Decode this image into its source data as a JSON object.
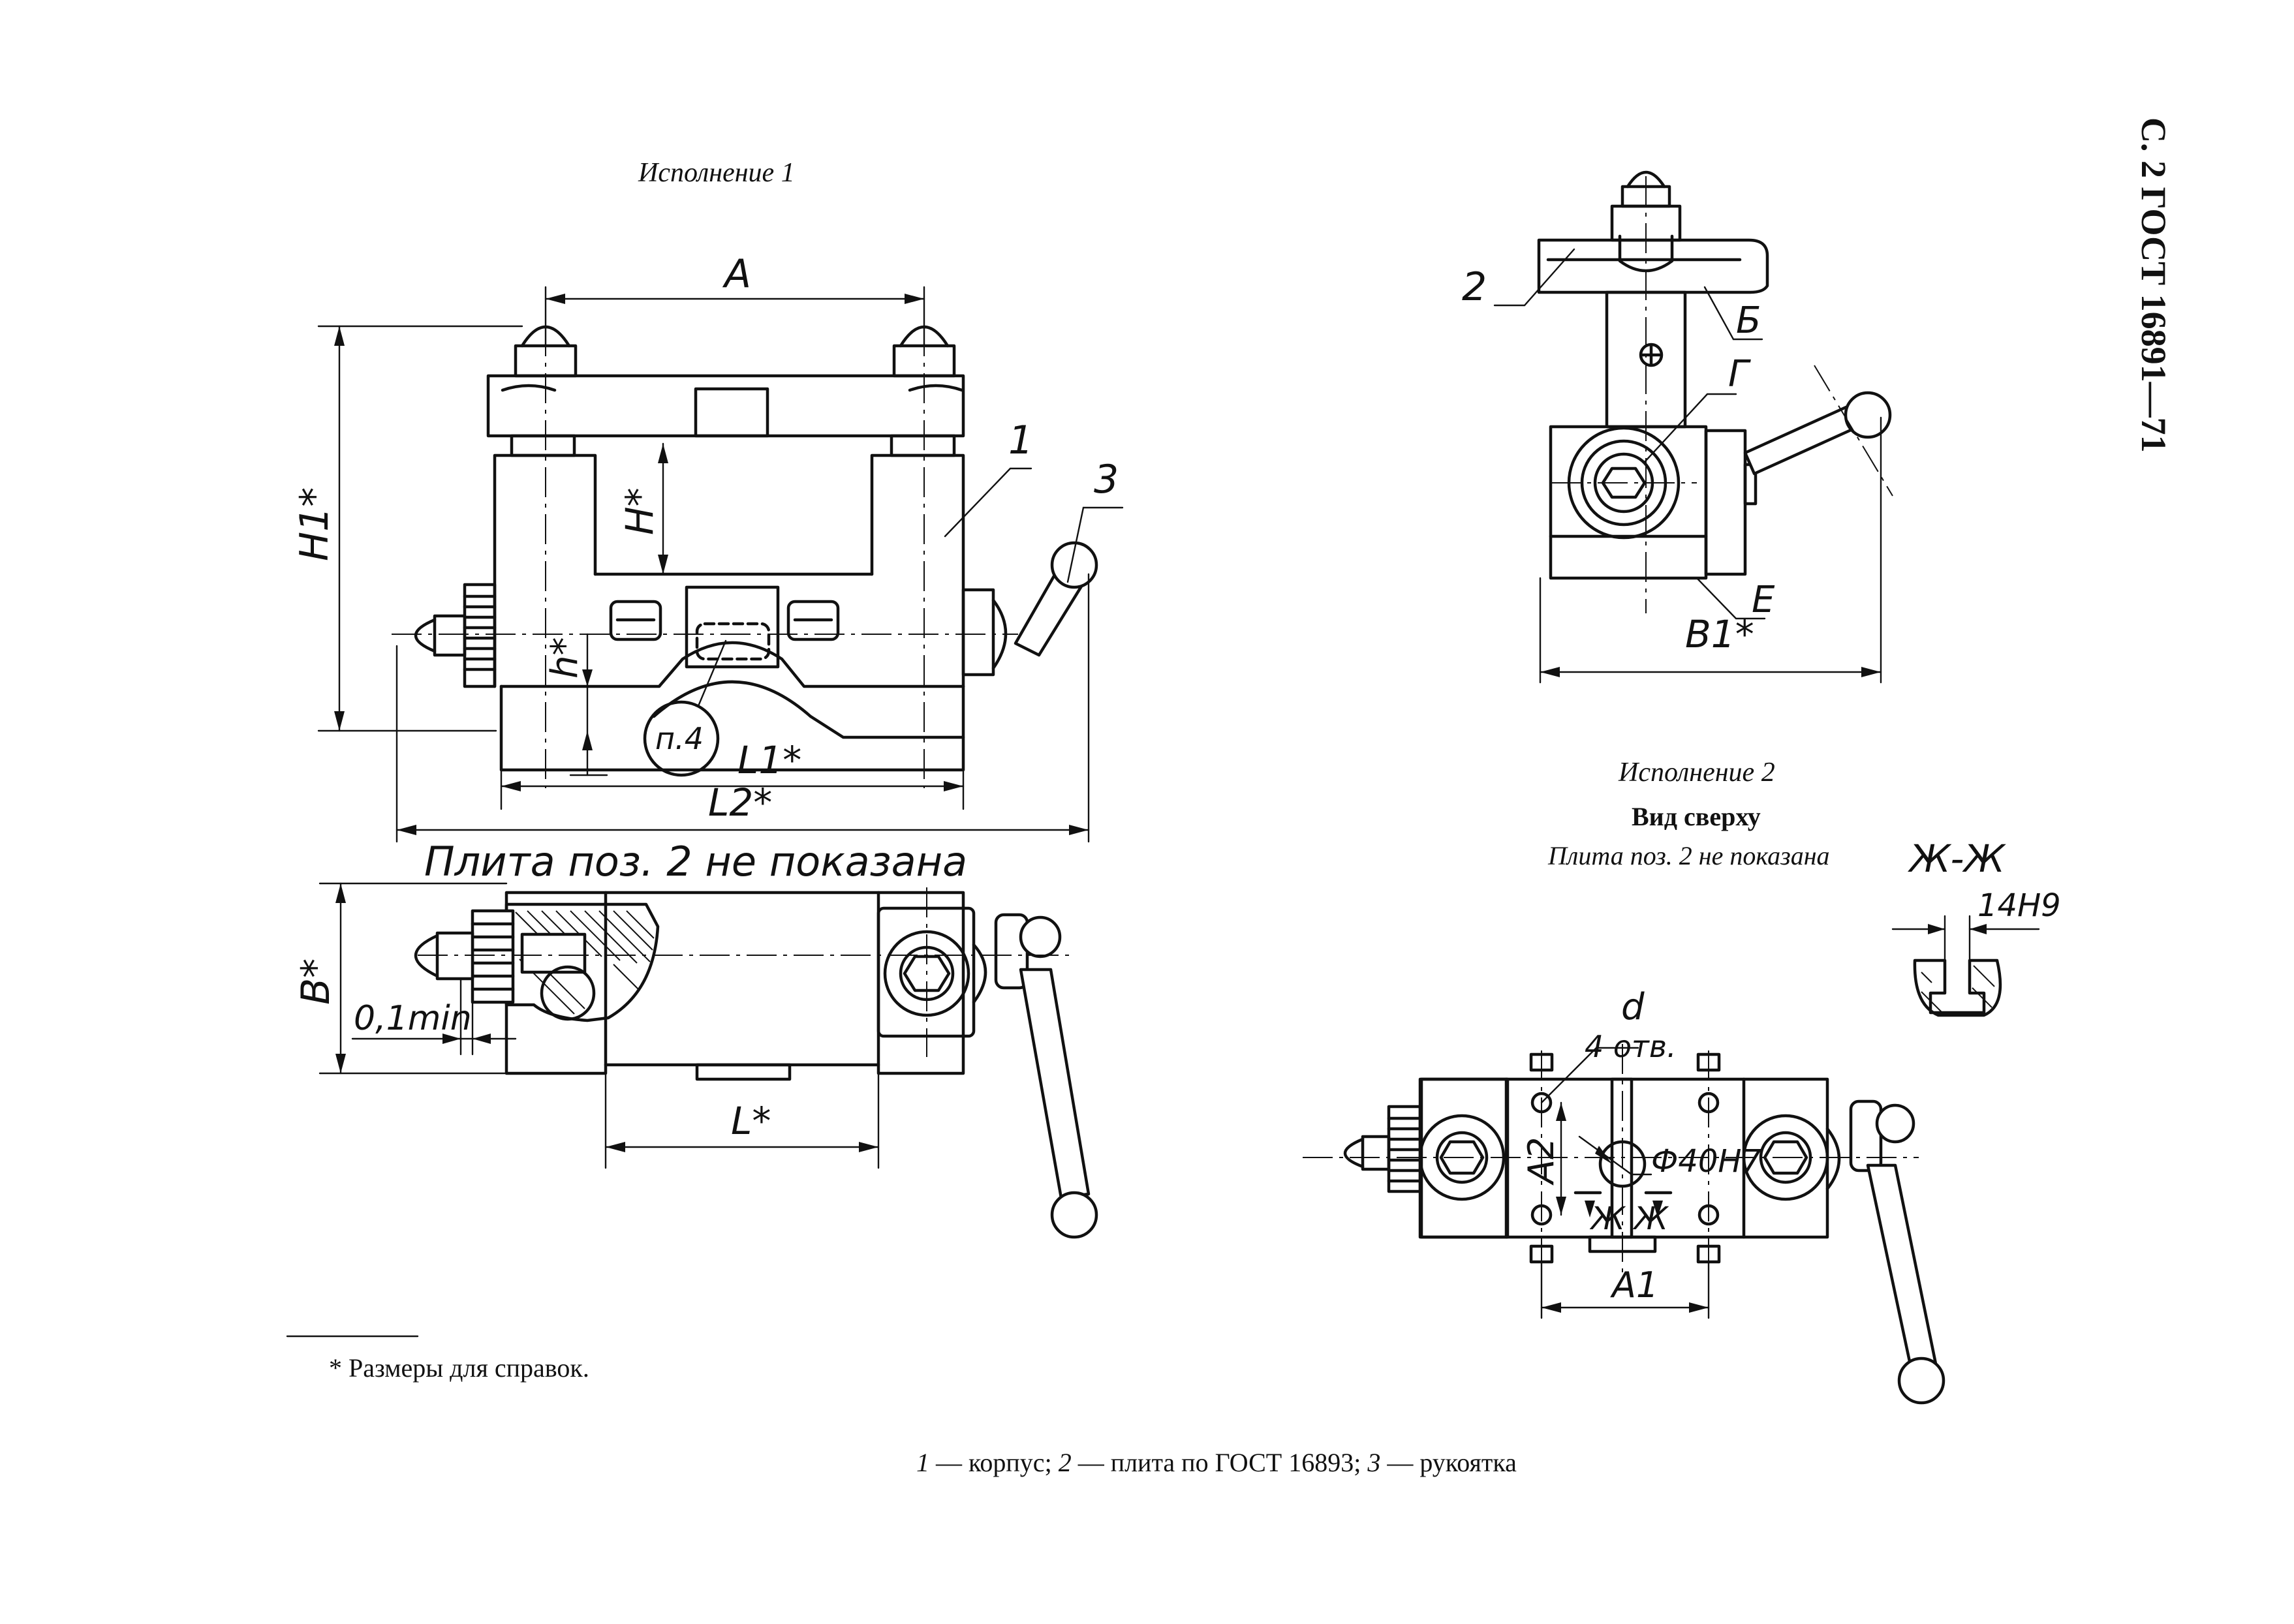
{
  "header": {
    "doc_ref": "С. 2 ГОСТ 16891—71"
  },
  "captions": {
    "execution1": "Исполнение 1",
    "execution2": "Исполнение 2",
    "top_view": "Вид сверху",
    "plate_not_shown": "Плита поз. 2 не показана",
    "plate_not_shown_hand": "Плита поз. 2 не показана"
  },
  "footnote": "* Размеры для справок.",
  "legend": {
    "n1": "1",
    "t1": " — корпус; ",
    "n2": "2",
    "t2": " — плита по ГОСТ 16893; ",
    "n3": "3",
    "t3": " — рукоятка"
  },
  "callouts": {
    "body": "1",
    "plate": "2",
    "handle": "3",
    "note_ref": "п.4",
    "b": "Б",
    "g": "Г",
    "e": "Е",
    "section": "Ж-Ж",
    "zh": "Ж"
  },
  "dimensions": {
    "A": "A",
    "H1": "H1*",
    "H": "H*",
    "h": "h*",
    "L1": "L1*",
    "L2": "L2*",
    "B": "B*",
    "B1": "B1*",
    "L": "L*",
    "gap": "0,1min",
    "d": "d",
    "holes": "4 отв.",
    "bore": "Ф40Н7",
    "A1": "A1",
    "A2": "A2",
    "slot": "14Н9"
  }
}
